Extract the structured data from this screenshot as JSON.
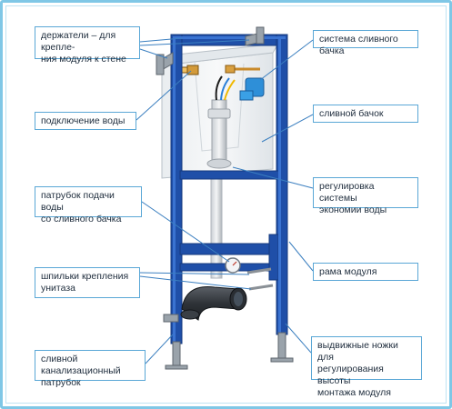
{
  "labels": {
    "holders": "держатели – для крепле-\nния модуля к стене",
    "water_connection": "подключение воды",
    "pipe_from_tank": "патрубок подачи воды\nсо сливного бачка",
    "bolts": "шпильки крепления\nунитаза",
    "sewer_pipe": "сливной канализационный\nпатрубок",
    "flush_system": "система сливного бачка",
    "tank": "сливной бачок",
    "economy_adjust": "регулировка системы\nэкономии воды",
    "frame": "рама модуля",
    "legs": "выдвижные ножки для\nрегулирования высоты\nмонтажа модуля"
  },
  "colors": {
    "frame_blue": "#1f4fa8",
    "label_border": "#5aa7d6",
    "leader_line": "#3b7fc0",
    "border": "#7fc7e6"
  }
}
